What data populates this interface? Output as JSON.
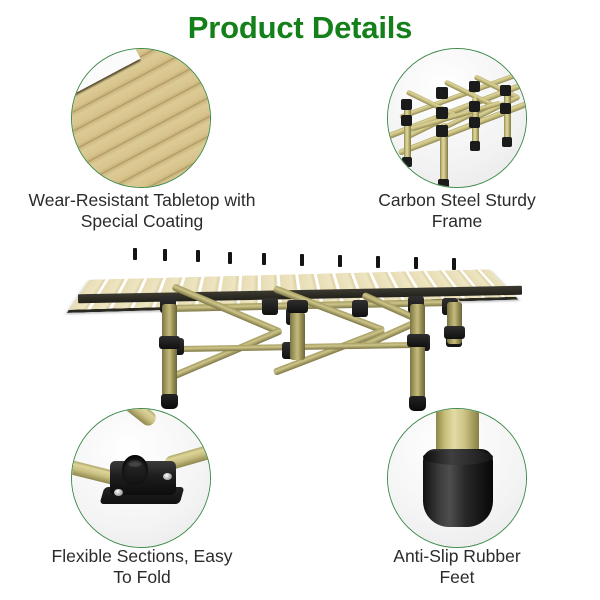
{
  "page": {
    "title": "Product Details",
    "background_color": "#ffffff",
    "title_color": "#14801a",
    "caption_color": "#2b2b2b",
    "ring_color": "#3f8a4a"
  },
  "colors": {
    "tabletop_tan": "#e7dcb4",
    "frame_khaki": "#c4bb7c",
    "hardware_black": "#1b1b1b",
    "accent_green": "#14801a"
  },
  "callouts": [
    {
      "id": "tabletop",
      "icon": "tabletop-texture-icon",
      "caption": "Wear-Resistant Tabletop with\nSpecial Coating",
      "position": "top-left"
    },
    {
      "id": "frame",
      "icon": "steel-frame-icon",
      "caption": "Carbon Steel Sturdy\nFrame",
      "position": "top-right"
    },
    {
      "id": "joint",
      "icon": "folding-joint-icon",
      "caption": "Flexible Sections, Easy\nTo Fold",
      "position": "bottom-left"
    },
    {
      "id": "feet",
      "icon": "rubber-foot-icon",
      "caption": "Anti-Slip Rubber\nFeet",
      "position": "bottom-right"
    }
  ],
  "hero": {
    "name": "folding-camping-table",
    "description": "Roll-up slatted folding camp table with khaki aluminum X-brace frame"
  }
}
